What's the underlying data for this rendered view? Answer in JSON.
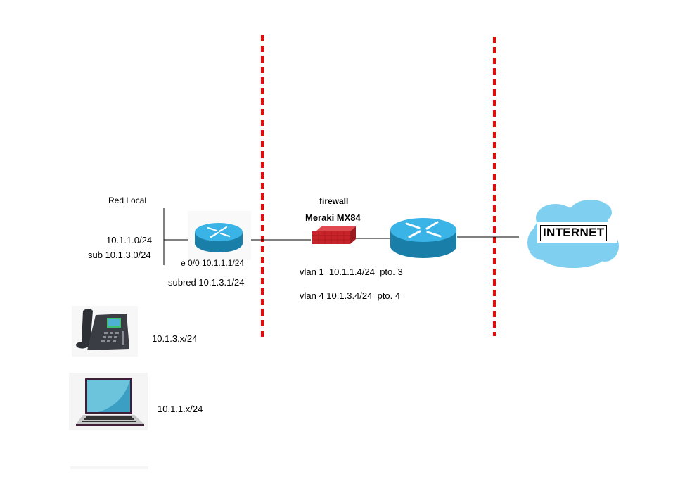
{
  "diagram": {
    "colors": {
      "boundary_line": "#ff0000",
      "router_top": "#3ab3e6",
      "router_side": "#1a7fa8",
      "firewall": "#c8232a",
      "cloud": "#7ecff0",
      "link": "#000000"
    },
    "zones": [
      {
        "name": "local-network-zone"
      },
      {
        "name": "firewall-zone"
      },
      {
        "name": "internet-zone"
      }
    ],
    "local_network": {
      "title": "Red Local",
      "network_1": "10.1.1.0/24",
      "network_2": "sub 10.1.3.0/24"
    },
    "local_router": {
      "icon": "router-icon",
      "interface_label": "e 0/0 10.1.1.1/24",
      "subnet_label": "subred 10.1.3.1/24"
    },
    "firewall": {
      "icon": "firewall-icon",
      "type_label": "firewall",
      "model_label": "Meraki MX84",
      "vlan_1": "vlan 1  10.1.1.4/24  pto. 3",
      "vlan_4": "vlan 4 10.1.3.4/24  pto. 4"
    },
    "edge_router": {
      "icon": "router-icon"
    },
    "internet": {
      "icon": "cloud-icon",
      "label": "INTERNET"
    },
    "devices": [
      {
        "icon": "ip-phone-icon",
        "label": "10.1.3.x/24"
      },
      {
        "icon": "laptop-icon",
        "label": "10.1.1.x/24"
      }
    ]
  }
}
